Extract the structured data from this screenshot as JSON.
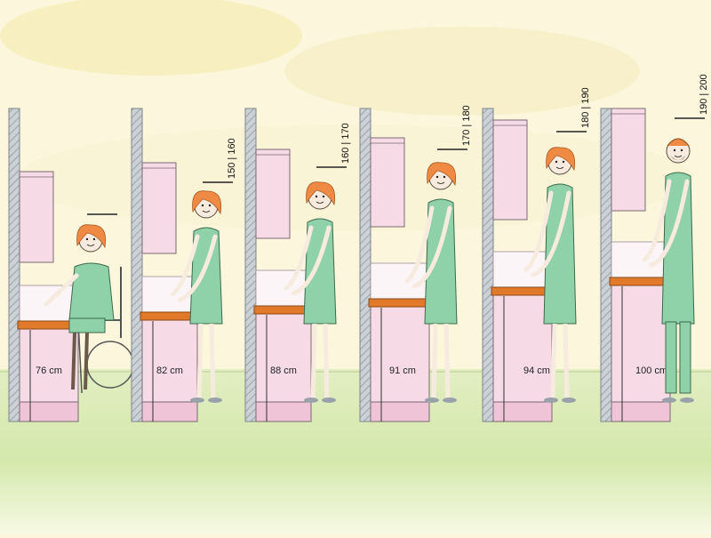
{
  "stations": [
    {
      "height_label": "76 cm",
      "user_height": "",
      "user": "wheelchair-user"
    },
    {
      "height_label": "82 cm",
      "user_height": "150 | 160",
      "user": "woman"
    },
    {
      "height_label": "88 cm",
      "user_height": "160 | 170",
      "user": "woman"
    },
    {
      "height_label": "91 cm",
      "user_height": "170 | 180",
      "user": "woman"
    },
    {
      "height_label": "94 cm",
      "user_height": "180 | 190",
      "user": "woman"
    },
    {
      "height_label": "100 cm",
      "user_height": "190 | 200",
      "user": "bearded-man"
    }
  ],
  "colors": {
    "background": "#fbf6dc",
    "wall_pillar": "#c7ccd1",
    "cabinet": "#f6dbe6",
    "countertop": "#e07a2a",
    "skin": "#f7ebe0",
    "clothing": "#8fd1a8",
    "hair": "#ef8a45",
    "floor": "#d6e8b4"
  }
}
